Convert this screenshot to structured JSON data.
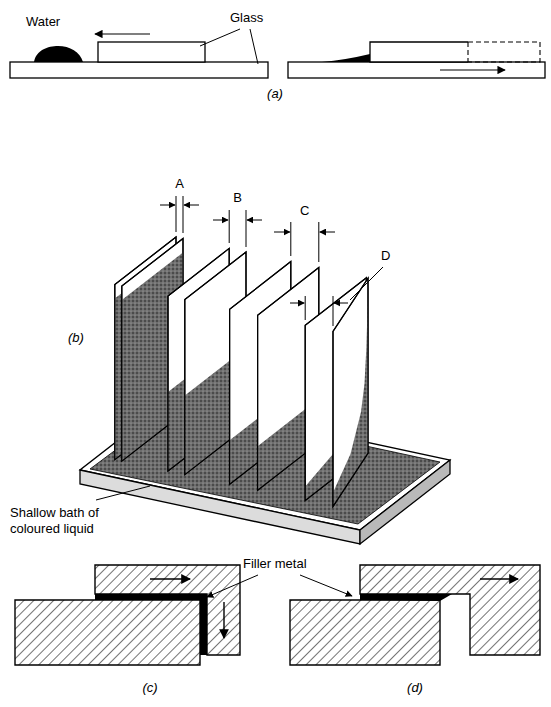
{
  "diagram": {
    "labels": [
      "Water",
      "Glass",
      "(a)",
      "A",
      "B",
      "C",
      "D",
      "(b)",
      "Shallow bath of coloured liquid",
      "Filler metal",
      "(c)",
      "(d)"
    ]
  }
}
